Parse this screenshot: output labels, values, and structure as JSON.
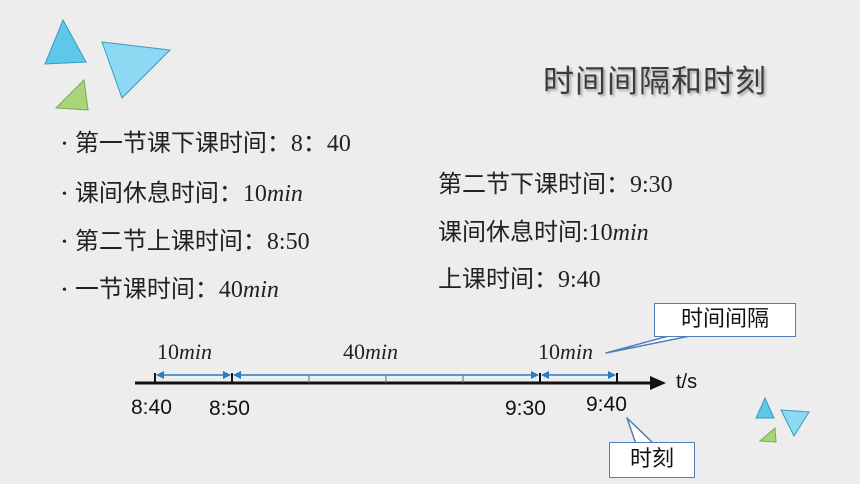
{
  "title": "时间间隔和时刻",
  "left_list": [
    {
      "text": "第一节课下课时间：8：40",
      "suffix": ""
    },
    {
      "text": "课间休息时间：10",
      "suffix": "min"
    },
    {
      "text": "第二节上课时间：8:50",
      "suffix": ""
    },
    {
      "text": "一节课时间：40",
      "suffix": "min"
    }
  ],
  "right_list": [
    {
      "text": "第二节下课时间：9:30",
      "suffix": ""
    },
    {
      "text": "课间休息时间:10",
      "suffix": "min"
    },
    {
      "text": "上课时间：9:40",
      "suffix": ""
    }
  ],
  "timeline": {
    "axis_label": "t/s",
    "segments": [
      {
        "num": "10",
        "unit": "min"
      },
      {
        "num": "40",
        "unit": "min"
      },
      {
        "num": "10",
        "unit": "min"
      }
    ],
    "ticks": [
      "8:40",
      "8:50",
      "9:30",
      "9:40"
    ]
  },
  "callouts": {
    "interval": "时间间隔",
    "moment": "时刻"
  },
  "colors": {
    "background": "#ecedec",
    "arrow_blue": "#2b7cc2",
    "triangle_cyan": "#5fc8ea",
    "triangle_light": "#8dd9f4",
    "triangle_green": "#a8d47a",
    "callout_border": "#4f7fb5"
  }
}
